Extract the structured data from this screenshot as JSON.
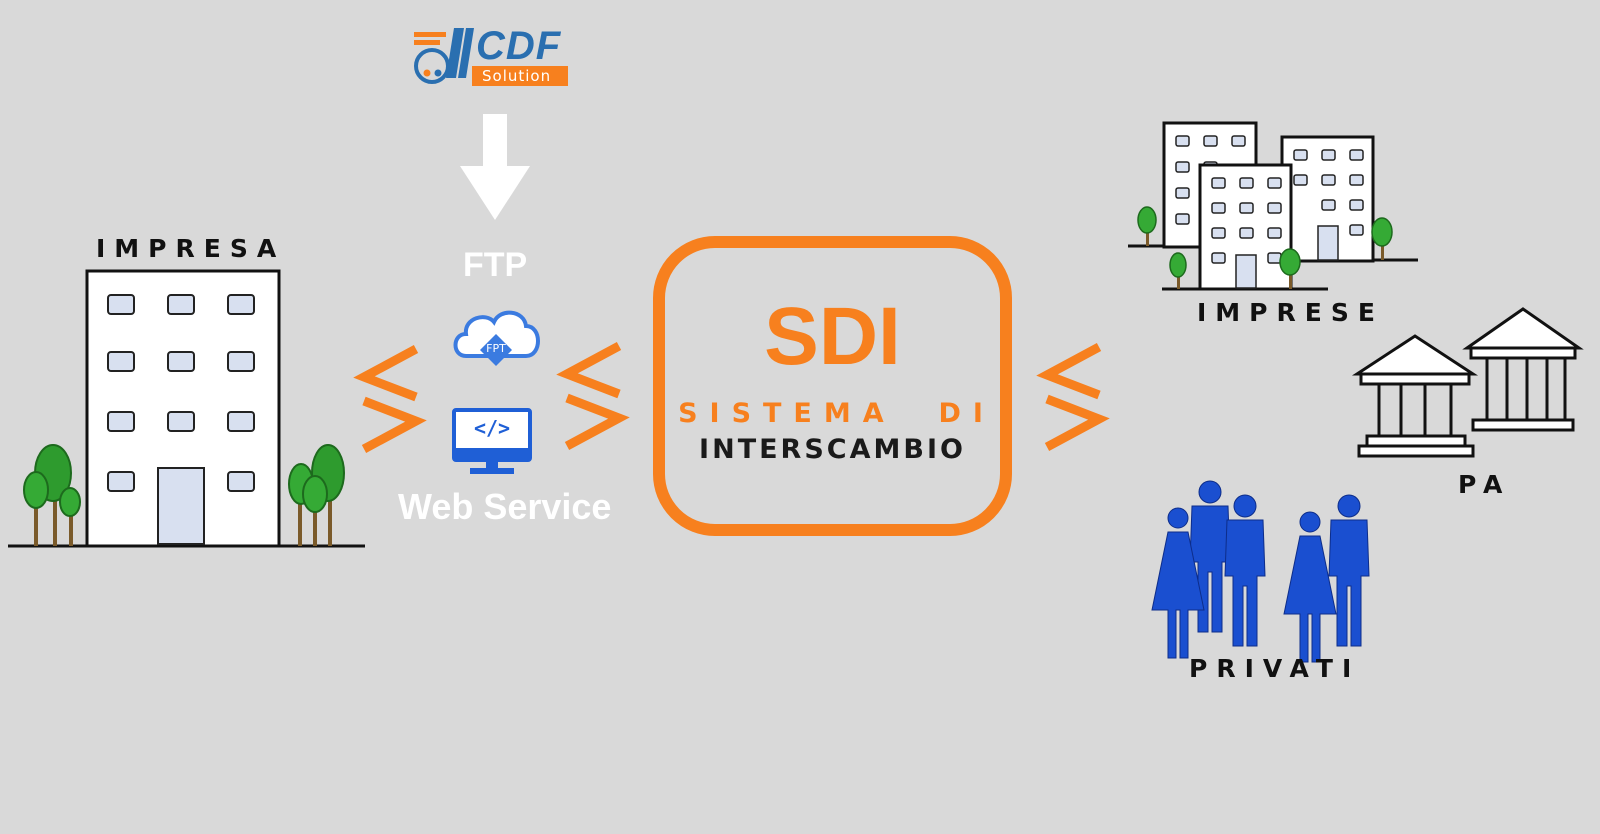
{
  "left": {
    "label": "IMPRESA"
  },
  "logo": {
    "brand": "CDF",
    "tagline": "Solution"
  },
  "channels": {
    "ftp_label": "FTP",
    "ftp_icon_text": "FPT",
    "web_service_label": "Web Service",
    "code_icon_text": "</>"
  },
  "center": {
    "title": "SDI",
    "subtitle_line1": "SISTEMA  DI",
    "subtitle_line2": "INTERSCAMBIO"
  },
  "right": {
    "imprese_label": "IMPRESE",
    "pa_label": "PA",
    "privati_label": "PRIVATI"
  },
  "colors": {
    "accent": "#f7801e",
    "background": "#d9d9d9",
    "people": "#1a4fd0",
    "web_icon": "#1f5fd6",
    "cloud": "#3b7be0"
  }
}
